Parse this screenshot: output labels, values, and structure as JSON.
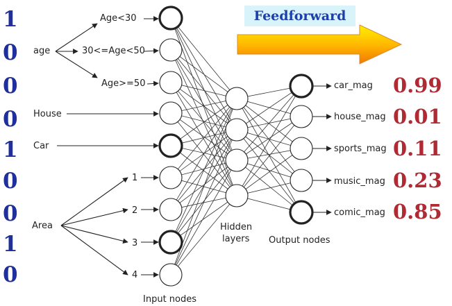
{
  "title": "Feedforward",
  "input_bits": [
    "1",
    "0",
    "0",
    "0",
    "1",
    "0",
    "0",
    "1",
    "0"
  ],
  "output_values": [
    "0.99",
    "0.01",
    "0.11",
    "0.23",
    "0.85"
  ],
  "group_labels": {
    "age": "age",
    "house": "House",
    "car": "Car",
    "area": "Area"
  },
  "age_branches": [
    "Age<30",
    "30<=Age<50",
    "Age>=50"
  ],
  "area_branches": [
    "1",
    "2",
    "3",
    "4"
  ],
  "output_labels": [
    "car_mag",
    "house_mag",
    "sports_mag",
    "music_mag",
    "comic_mag"
  ],
  "captions": {
    "input": "Input nodes",
    "hidden_line1": "Hidden",
    "hidden_line2": "layers",
    "output": "Output nodes"
  },
  "active_input_nodes": [
    0,
    4,
    7
  ],
  "active_output_nodes": [
    0,
    4
  ],
  "hidden_node_count": 4,
  "colors": {
    "bits": "#1f2f9c",
    "values": "#b02a34",
    "badge_bg": "#d9f3fb",
    "arrow_top": "#ffe400",
    "arrow_bottom": "#f08a00"
  }
}
